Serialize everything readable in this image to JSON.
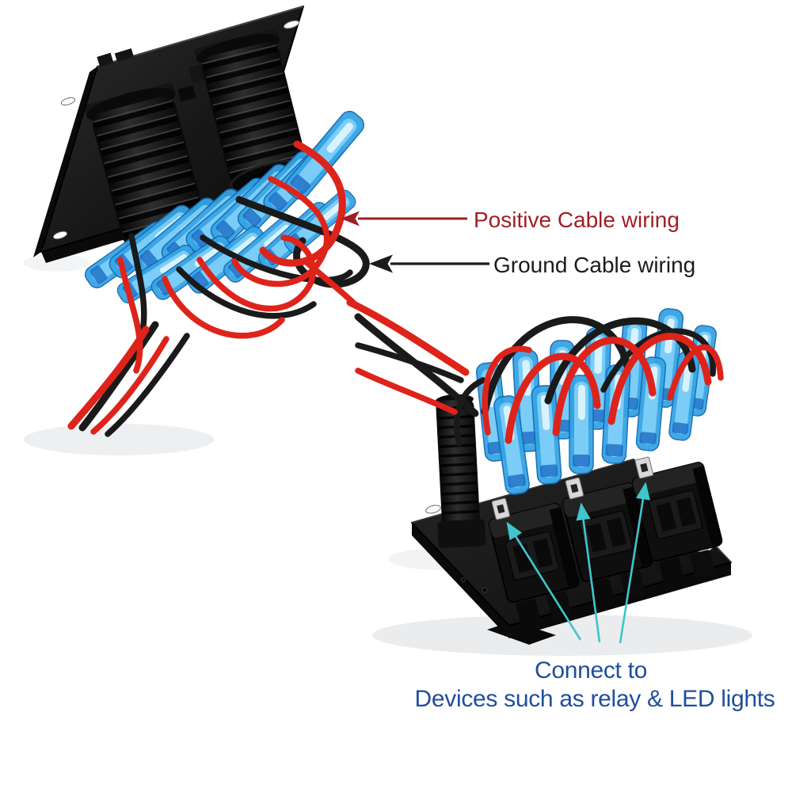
{
  "annotations": {
    "positive": {
      "label": "Positive Cable wiring"
    },
    "ground": {
      "label": "Ground Cable wiring"
    },
    "connect": {
      "line1": "Connect to",
      "line2": "Devices such as relay & LED lights"
    }
  },
  "photo": {
    "wire_red": "#de231b",
    "wire_black": "#1a1a1a",
    "connector_blue": "#36a4e4",
    "connector_core": "#86d4fb",
    "connector_edge": "#1268b2",
    "panel_dark": "#111111",
    "metal": "#d8d8d8",
    "shadow": "#5b6470",
    "arrow_cyan": "#3fc6cc",
    "text_red": "#a01f25",
    "text_black": "#1b1b1b",
    "text_blue": "#1e4f9d"
  }
}
